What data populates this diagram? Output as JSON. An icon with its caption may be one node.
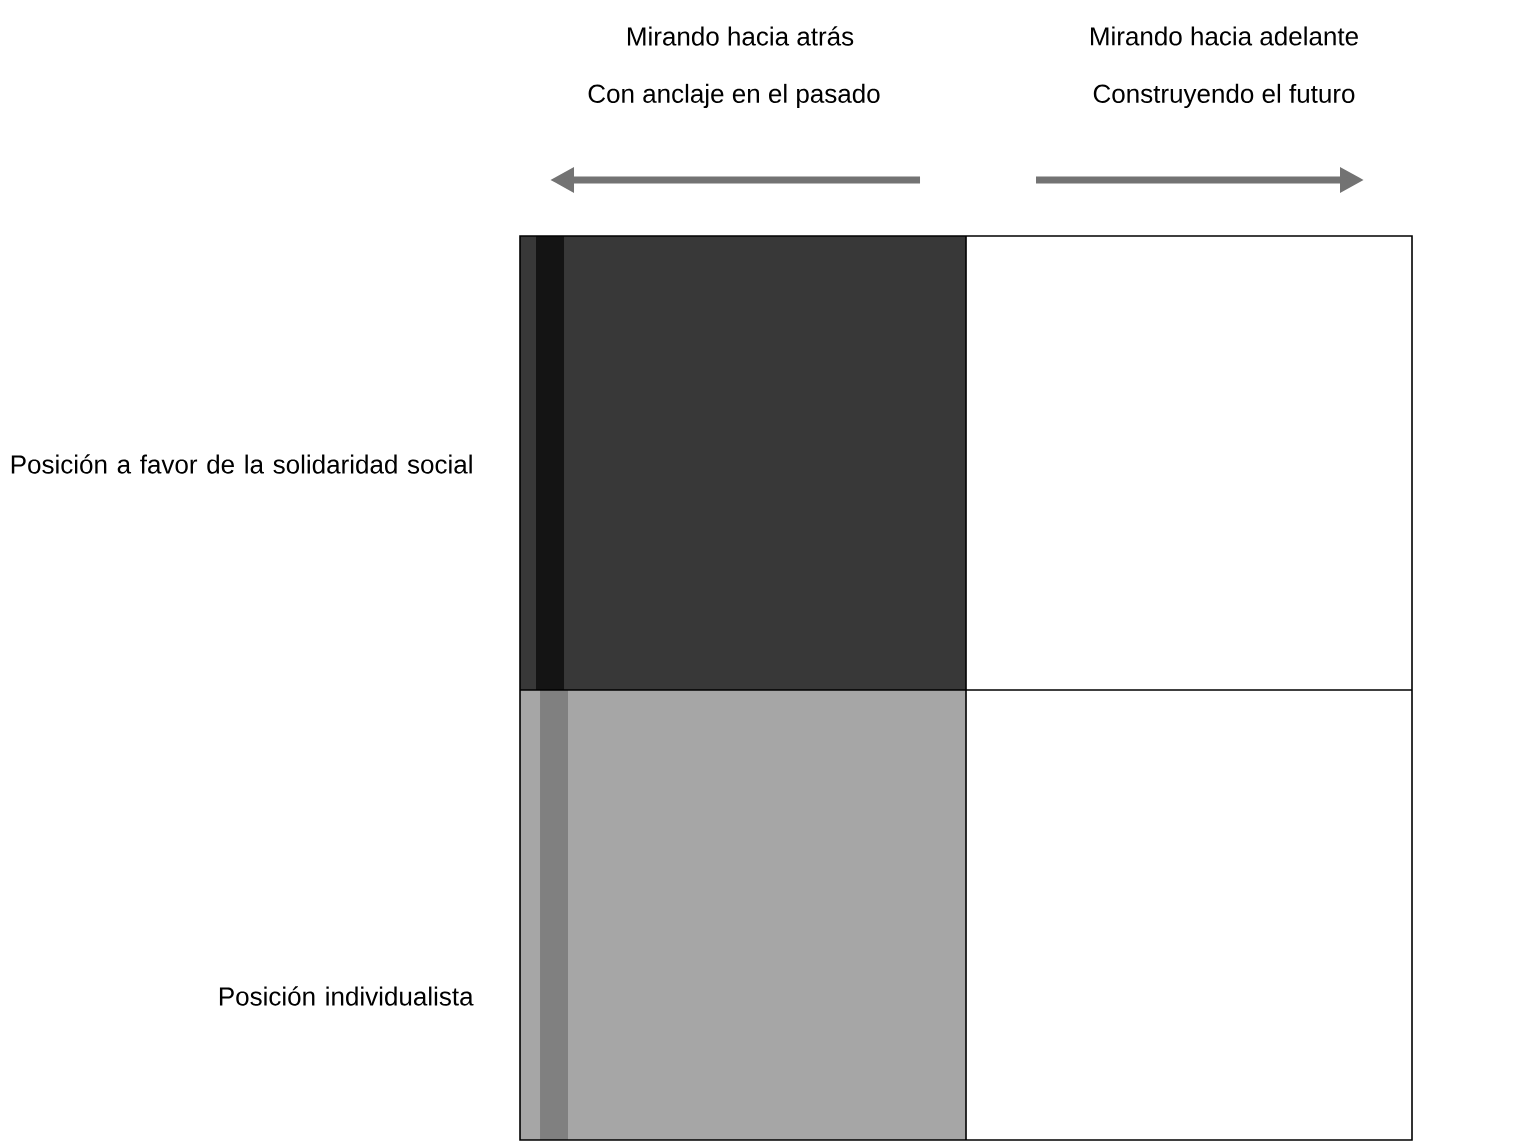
{
  "diagram": {
    "labels": [
      "Mirando hacia atrás",
      "Con anclaje en el pasado",
      "Mirando hacia adelante",
      "Construyendo el futuro",
      "Posición a favor de la solidaridad social",
      "Posición individualista"
    ]
  }
}
